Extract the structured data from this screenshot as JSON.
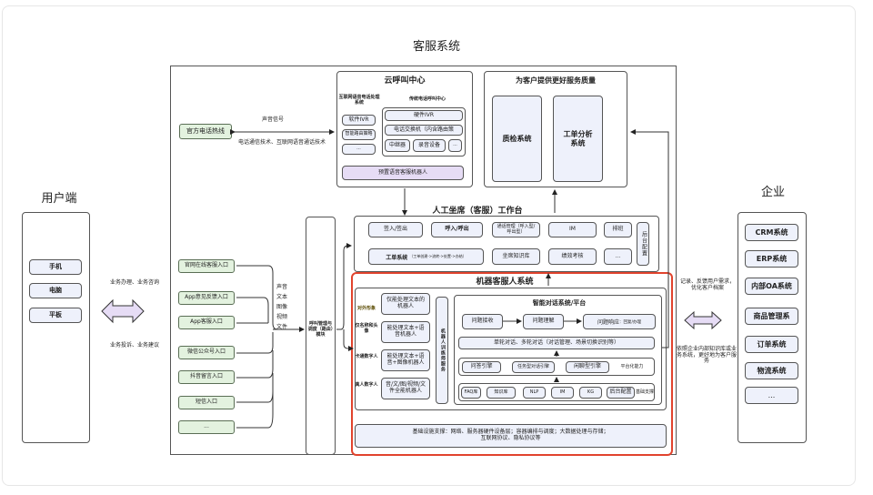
{
  "title": "客服系统",
  "user_side": {
    "title": "用户端",
    "devices": [
      "手机",
      "电脑",
      "平板"
    ],
    "arrow_label_top": "业务办理、业务咨询",
    "arrow_label_bottom": "业务投诉、业务建议"
  },
  "enterprise": {
    "title": "企业",
    "systems": [
      "CRM系统",
      "ERP系统",
      "内部OA系统",
      "商品管理系",
      "订单系统",
      "物流系统",
      "..."
    ],
    "arrow_label_top": "记录、反馈用户需求，优化客户档案",
    "arrow_label_bottom": "依照企业内部知识库或业务系统，更好地为客户服务"
  },
  "hotline": {
    "label": "官方电话热线",
    "signal_label": "声音信号",
    "tech_label": "电话通信技术、互联网语音通话技术"
  },
  "channels": {
    "items": [
      "官网在线客服入口",
      "App意见反馈入口",
      "App客服入口",
      "微信公众号入口",
      "抖音留言入口",
      "短信入口",
      "..."
    ],
    "media_types": [
      "声音",
      "文本",
      "图像",
      "视频",
      "文件"
    ]
  },
  "routing": {
    "label": "呼叫管理与调度（路由）模块"
  },
  "cloud_call_center": {
    "title": "云呼叫中心",
    "internet_voice": {
      "title": "互联网语音电话处理系统",
      "items": [
        "软件IVR",
        "智能路由策略",
        "..."
      ]
    },
    "traditional": {
      "title": "传统电话呼叫中心",
      "items": [
        "硬件IVR",
        "电话交换机（内含路由策",
        "中继器",
        "录音设备",
        "..."
      ]
    },
    "robot": "预置语音客服机器人"
  },
  "quality": {
    "title": "为客户提供更好服务质量",
    "items": [
      "质检系统",
      "工单分析系统"
    ]
  },
  "workbench": {
    "title": "人工坐席（客服）工作台",
    "row1": [
      "签入/签出",
      "呼入/呼出",
      "通话管理（呼入型/呼出型）",
      "IM",
      "排班"
    ],
    "row2_ticket": "工单系统",
    "row2_ticket_sub": "（工单创建->流转->处置->办结）",
    "row2": [
      "坐席知识库",
      "绩效考核",
      "..."
    ],
    "backend": "后台配置"
  },
  "robot_system": {
    "title": "机器客服人系统",
    "levels": [
      {
        "label": "对外形象",
        "desc": "仅能处理文本的机器人"
      },
      {
        "label": "仅名称和头像",
        "desc": "能处理文本+语音机器人"
      },
      {
        "label": "卡通数字人",
        "desc": "能处理文本+语音+图像机器人"
      },
      {
        "label": "真人数字人",
        "desc": "音/文/图/视频/文件全能机器人"
      }
    ],
    "training": "机器人训练师服务",
    "dialog_platform": {
      "title": "智能对话系统/平台",
      "flow": [
        "问题接收",
        "问题理解",
        "问题响应"
      ],
      "flow_suffix": "：回复/办理",
      "multi_turn": "单轮对话、多轮对话（对话管理、场景切换识别等）",
      "engines": [
        "问答引擎",
        "任务型对话引擎",
        "闲聊型引擎"
      ],
      "engines_label": "平台化能力",
      "foundations": [
        "FAQ库",
        "知识库",
        "NLP",
        "IM",
        "KG",
        "后台配置"
      ],
      "foundations_label": "基础支撑"
    },
    "infrastructure": "基础设施支撑：网络、服务器硬件设备层；容器编排与调度；大数据处理与存储；互联网协议、隐私协议等"
  },
  "colors": {
    "highlight": "#e1432d",
    "box_blue": "#eef1fb",
    "box_green": "#e3f2df",
    "box_purple": "#e6dcf5"
  }
}
